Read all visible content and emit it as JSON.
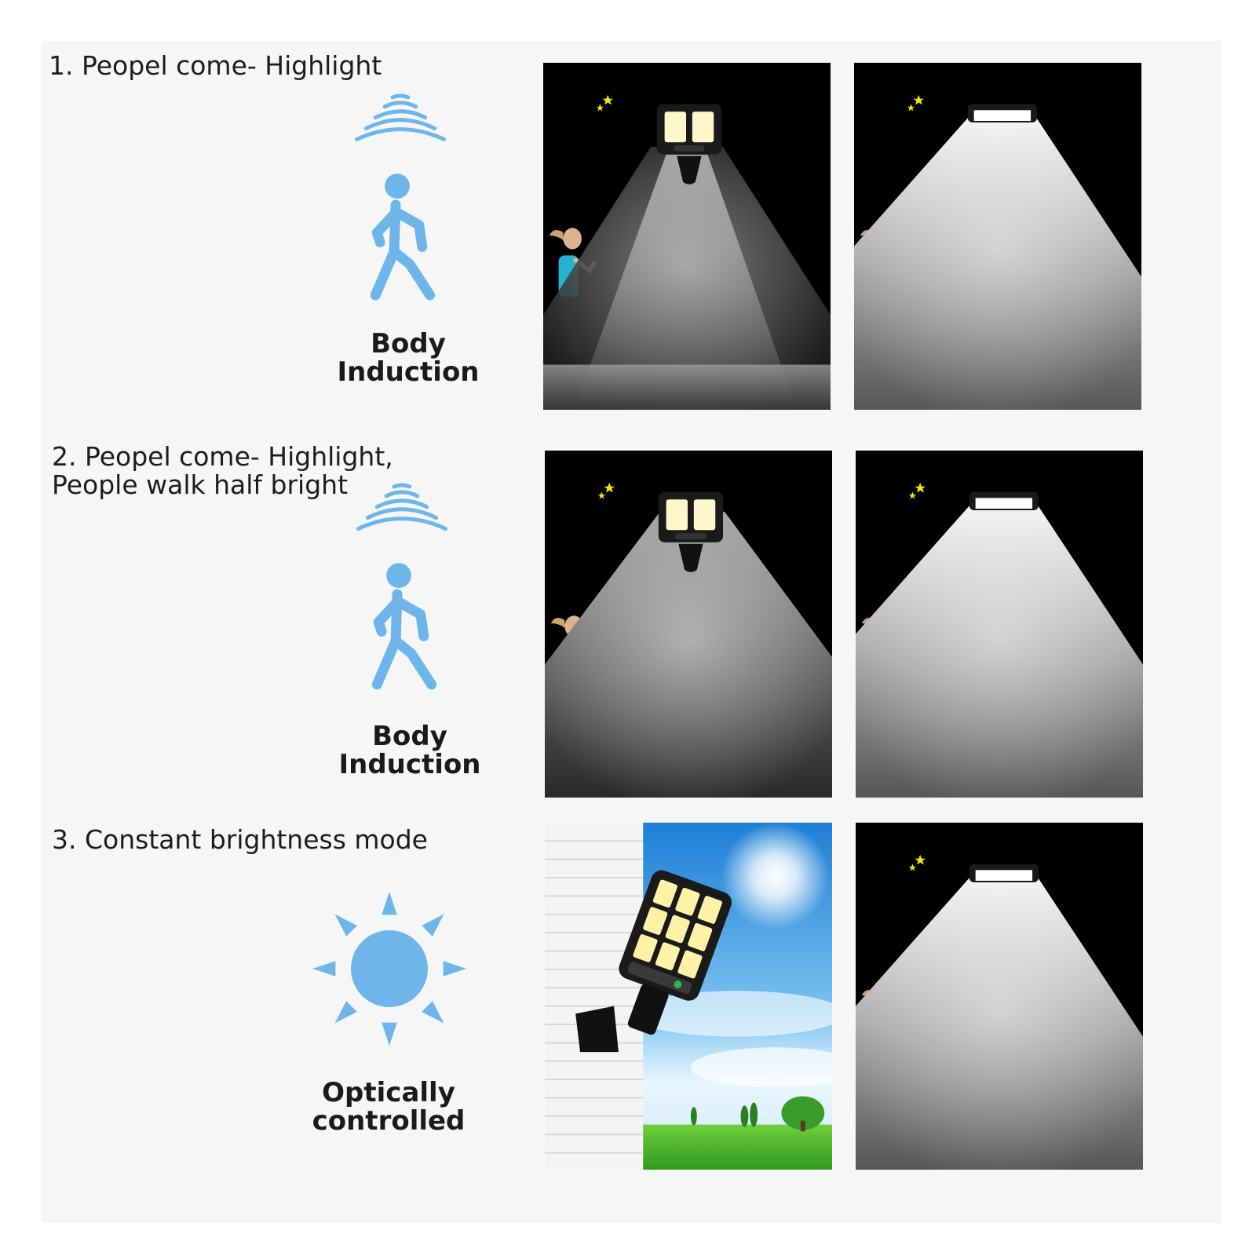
{
  "sections": [
    {
      "heading": "1. Peopel come- Highlight",
      "caption": "Body Induction",
      "icon": "sensor-walking-person-icon"
    },
    {
      "heading_line1": "2. Peopel come- Highlight,",
      "heading_line2": "People walk half bright",
      "caption": "Body Induction",
      "icon": "sensor-walking-person-icon"
    },
    {
      "heading": "3. Constant brightness mode",
      "caption_line1": "Optically",
      "caption_line2": "controlled",
      "icon": "sun-icon"
    }
  ],
  "colors": {
    "icon_blue": "#6eb6ea",
    "moon_yellow": "#f3e600",
    "background": "#f6f6f6"
  }
}
